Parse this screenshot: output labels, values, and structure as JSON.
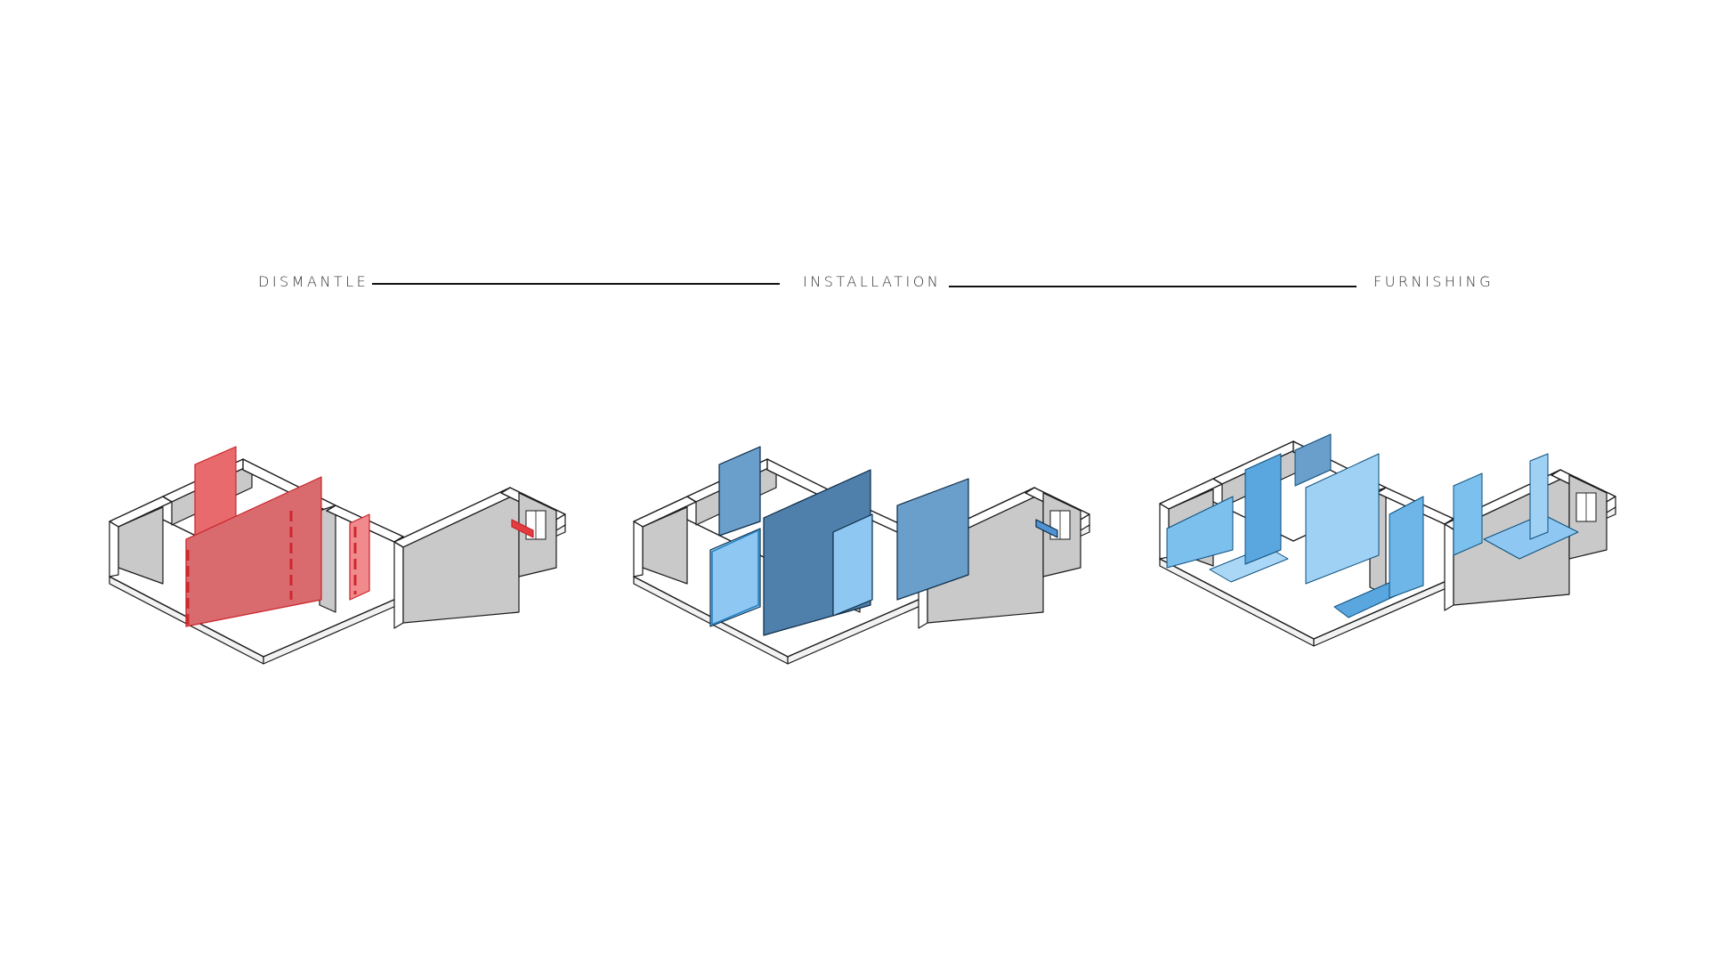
{
  "stages": [
    {
      "label": "DISMANTLE"
    },
    {
      "label": "INSTALLATION"
    },
    {
      "label": "FURNISHING"
    }
  ],
  "colors": {
    "line": "#111111",
    "text": "#333333",
    "dismantle": "#e86a6d",
    "dismantle_dark": "#cf4a50",
    "install_light": "#8ec8f2",
    "install_mid": "#6a9ecb",
    "install_dark": "#4f7fab",
    "furnish": "#7cc0ee",
    "wall_gray": "#c9c9c9"
  }
}
